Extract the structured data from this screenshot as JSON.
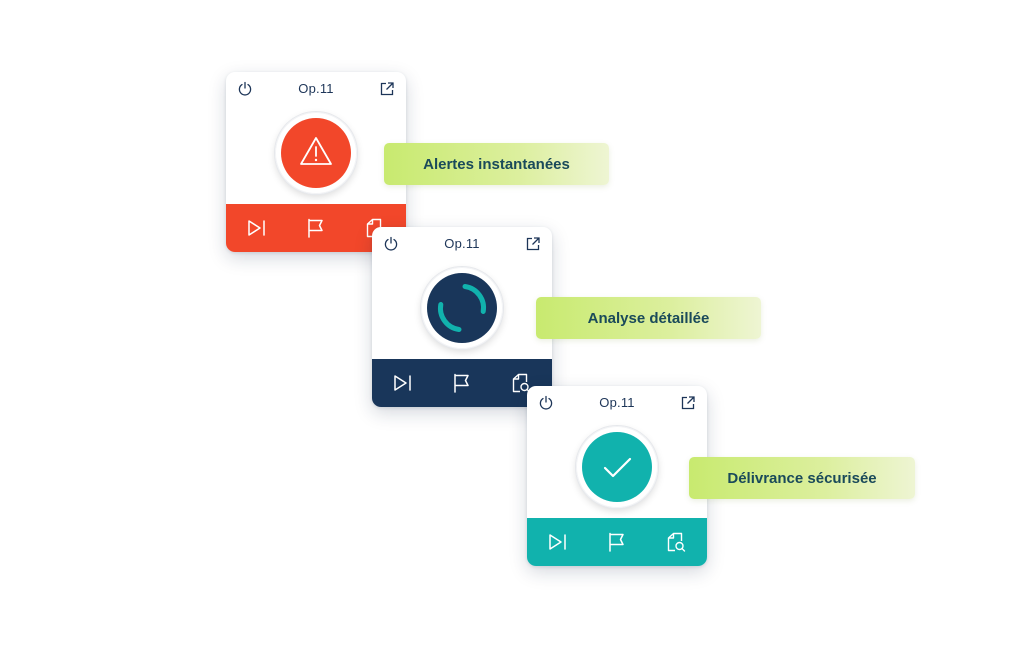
{
  "colors": {
    "alert": "#f2472a",
    "analysis": "#19365a",
    "secure": "#11b2ad",
    "navy_text": "#1d3558",
    "pill_text": "#1a4a5a"
  },
  "cards": [
    {
      "title": "Op.11",
      "state": "alert",
      "status_icon": "warning-triangle-icon"
    },
    {
      "title": "Op.11",
      "state": "analysis",
      "status_icon": "loading-spinner-icon"
    },
    {
      "title": "Op.11",
      "state": "secure",
      "status_icon": "checkmark-icon"
    }
  ],
  "toolbar_icons": [
    "skip-next-icon",
    "flag-icon",
    "document-search-icon"
  ],
  "features": [
    {
      "label": "Alertes instantanées"
    },
    {
      "label": "Analyse détaillée"
    },
    {
      "label": "Délivrance sécurisée"
    }
  ]
}
